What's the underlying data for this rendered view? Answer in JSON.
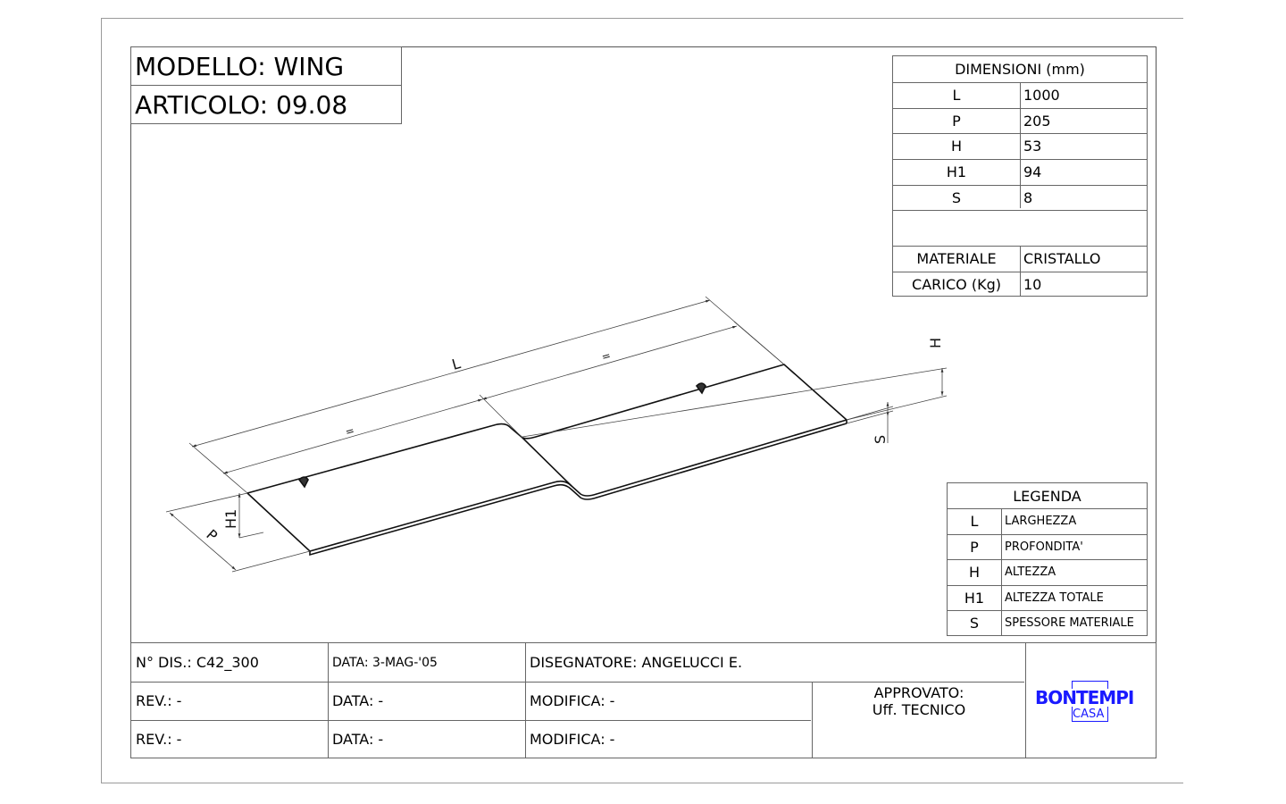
{
  "title_block": {
    "modello": "MODELLO: WING",
    "articolo": "ARTICOLO: 09.08"
  },
  "dimensions": {
    "header": "DIMENSIONI (mm)",
    "rows": [
      {
        "label": "L",
        "value": "1000"
      },
      {
        "label": "P",
        "value": "205"
      },
      {
        "label": "H",
        "value": "53"
      },
      {
        "label": "H1",
        "value": "94"
      },
      {
        "label": "S",
        "value": "8"
      }
    ],
    "materiale_label": "MATERIALE",
    "materiale_value": "CRISTALLO",
    "carico_label": "CARICO (Kg)",
    "carico_value": "10"
  },
  "legend": {
    "header": "LEGENDA",
    "rows": [
      {
        "key": "L",
        "desc": "LARGHEZZA"
      },
      {
        "key": "P",
        "desc": "PROFONDITA'"
      },
      {
        "key": "H",
        "desc": "ALTEZZA"
      },
      {
        "key": "H1",
        "desc": "ALTEZZA TOTALE"
      },
      {
        "key": "S",
        "desc": "SPESSORE MATERIALE"
      }
    ]
  },
  "drawing_labels": {
    "L": "L",
    "eq": "=",
    "P": "P",
    "H": "H",
    "H1": "H1",
    "S": "S"
  },
  "footer": {
    "n_dis": "N° DIS.: C42_300",
    "data1": "DATA: 3-MAG-'05",
    "disegnatore": "DISEGNATORE: ANGELUCCI E.",
    "rev1": "REV.: -",
    "data2": "DATA: -",
    "modifica1": "MODIFICA: -",
    "rev2": "REV.: -",
    "data3": "DATA: -",
    "modifica2": "MODIFICA: -",
    "approvato": "APPROVATO:",
    "ufficio": "Uff. TECNICO"
  },
  "logo": {
    "brand": "BONTEMPI",
    "sub": "CASA",
    "color": "#1a1aff"
  }
}
